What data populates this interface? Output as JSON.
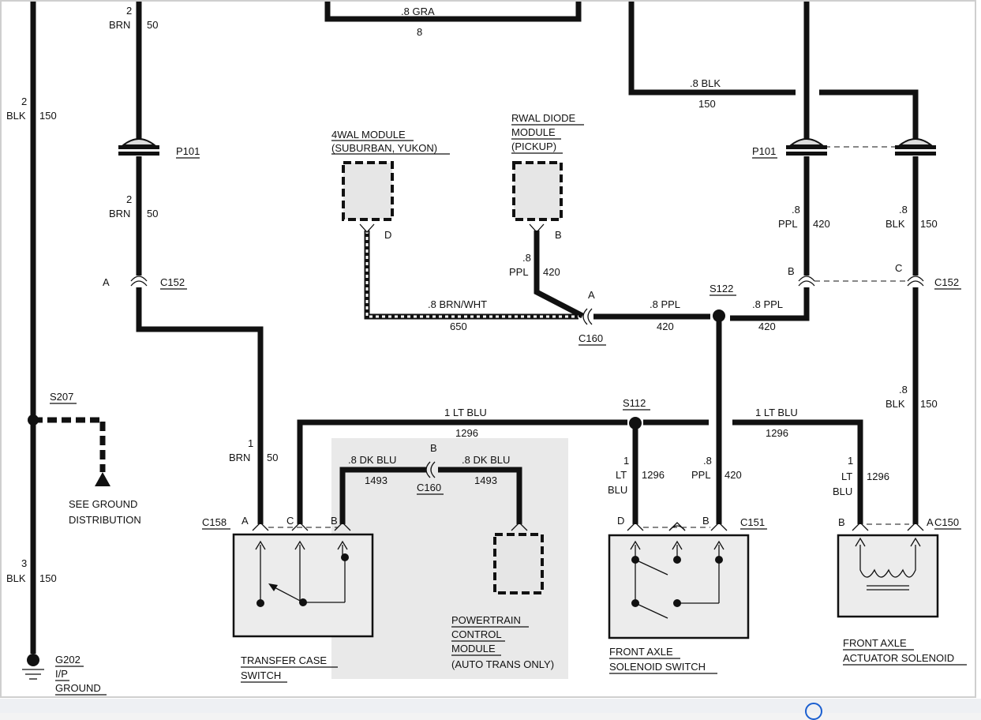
{
  "labels": {
    "gra_wire_color": ".8 GRA",
    "gra_wire_circuit": "8",
    "blk_top_color": ".8 BLK",
    "blk_top_circuit": "150",
    "left_brn_gauge": "2",
    "left_brn_color": "BRN",
    "left_brn_circuit": "50",
    "left_brn2_gauge": "2",
    "left_brn2_color": "BRN",
    "left_brn2_circuit": "50",
    "left_blk_gauge": "2",
    "left_blk_color": "BLK",
    "left_blk_circuit": "150",
    "left_blk3_gauge": "3",
    "left_blk3_color": "BLK",
    "left_blk3_circuit": "150",
    "p101_left": "P101",
    "p101_right": "P101",
    "c152_left": "C152",
    "c152_left_pin": "A",
    "c152_right": "C152",
    "c152_right_pin_b": "B",
    "c152_right_pin_c": "C",
    "s207": "S207",
    "see_ground_1": "SEE GROUND",
    "see_ground_2": "DISTRIBUTION",
    "g202_1": "G202",
    "g202_2": "I/P",
    "g202_3": "GROUND",
    "module_4wal_1": "4WAL MODULE",
    "module_4wal_2": "(SUBURBAN, YUKON)",
    "module_4wal_pin": "D",
    "rwal_1": "RWAL DIODE",
    "rwal_2": "MODULE",
    "rwal_3": "(PICKUP)",
    "rwal_pin": "B",
    "rwal_wire_gauge": ".8",
    "rwal_wire_color": "PPL",
    "rwal_wire_circuit": "420",
    "brnwht_color": ".8 BRN/WHT",
    "brnwht_circuit": "650",
    "c160_a_pin": "A",
    "c160_a": "C160",
    "ppl_mid_color": ".8 PPL",
    "ppl_mid_circuit": "420",
    "s122": "S122",
    "ppl_right_color": ".8 PPL",
    "ppl_right_circuit": "420",
    "r_ppl_gauge": ".8",
    "r_ppl_color": "PPL",
    "r_ppl_circuit": "420",
    "r_blk_gauge": ".8",
    "r_blk_color": "BLK",
    "r_blk_circuit": "150",
    "r_blk2_gauge": ".8",
    "r_blk2_color": "BLK",
    "r_blk2_circuit": "150",
    "ltblu_left_color": "1 LT BLU",
    "ltblu_left_circuit": "1296",
    "s112": "S112",
    "ltblu_right_color": "1 LT BLU",
    "ltblu_right_circuit": "1296",
    "brn_low_gauge": "1",
    "brn_low_color": "BRN",
    "brn_low_circuit": "50",
    "dkblu_left_color": ".8 DK BLU",
    "dkblu_left_circuit": "1493",
    "c160_b_pin": "B",
    "c160_b": "C160",
    "dkblu_right_color": ".8 DK BLU",
    "dkblu_right_circuit": "1493",
    "fa_ltblu_gauge": "1",
    "fa_ltblu_color1": "LT",
    "fa_ltblu_color2": "BLU",
    "fa_ltblu_circuit": "1296",
    "fa_ppl_gauge": ".8",
    "fa_ppl_color": "PPL",
    "fa_ppl_circuit": "420",
    "act_ltblu_gauge": "1",
    "act_ltblu_color1": "LT",
    "act_ltblu_color2": "BLU",
    "act_ltblu_circuit": "1296",
    "c158": "C158",
    "c158_a": "A",
    "c158_c": "C",
    "c158_b": "B",
    "c151": "C151",
    "c151_d": "D",
    "c151_b": "B",
    "c150": "C150",
    "c150_b": "B",
    "c150_a": "A",
    "tcs_1": "TRANSFER CASE",
    "tcs_2": "SWITCH",
    "pcm_1": "POWERTRAIN",
    "pcm_2": "CONTROL",
    "pcm_3": "MODULE",
    "pcm_4": "(AUTO TRANS ONLY)",
    "fas_1": "FRONT AXLE",
    "fas_2": "SOLENOID SWITCH",
    "fa_act_1": "FRONT AXLE",
    "fa_act_2": "ACTUATOR SOLENOID"
  },
  "icons": {
    "info": "info-icon"
  },
  "colors": {
    "wire": "#111111",
    "info_accent": "#1a5fd0"
  }
}
